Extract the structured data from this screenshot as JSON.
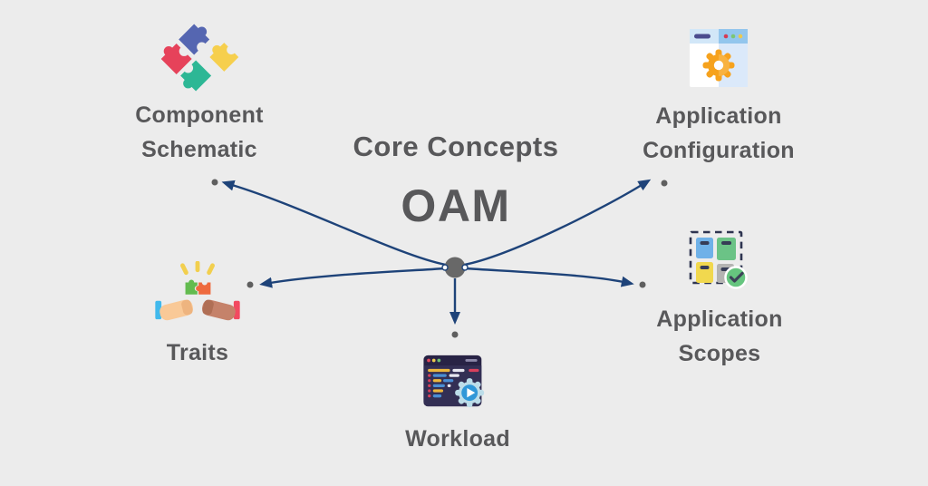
{
  "title": {
    "main": "Core Concepts",
    "acronym": "OAM"
  },
  "colors": {
    "background": "#ececec",
    "text": "#58585a",
    "connector": "#1e4379",
    "hub": "#686868",
    "endpoint_dot": "#5f5f5f"
  },
  "hub": {
    "name": "central-hub"
  },
  "nodes": [
    {
      "id": "component-schematic",
      "label_line1": "Component",
      "label_line2": "Schematic",
      "icon": "puzzle-pieces-icon"
    },
    {
      "id": "application-configuration",
      "label_line1": "Application",
      "label_line2": "Configuration",
      "icon": "browser-settings-gear-icon"
    },
    {
      "id": "traits",
      "label_line1": "Traits",
      "label_line2": "",
      "icon": "fist-bump-puzzle-icon"
    },
    {
      "id": "application-scopes",
      "label_line1": "Application",
      "label_line2": "Scopes",
      "icon": "scoped-apps-check-icon"
    },
    {
      "id": "workload",
      "label_line1": "Workload",
      "label_line2": "",
      "icon": "code-window-play-icon"
    }
  ]
}
